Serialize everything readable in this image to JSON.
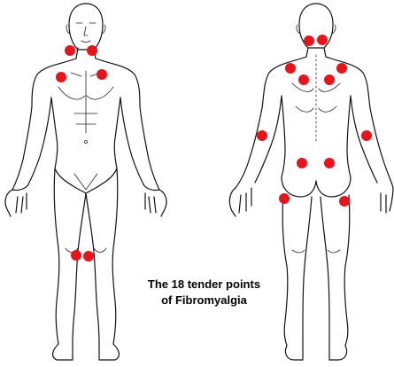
{
  "caption": {
    "line1": "The 18 tender points",
    "line2": "of Fibromyalgia"
  },
  "colors": {
    "tender_point": "#e8141b",
    "outline": "#111111",
    "background": "#ffffff"
  },
  "figures": [
    {
      "view": "front",
      "tender_points": [
        "left-lower-neck",
        "right-lower-neck",
        "left-second-rib",
        "right-second-rib",
        "left-knee",
        "right-knee"
      ]
    },
    {
      "view": "back",
      "tender_points": [
        "left-occiput",
        "right-occiput",
        "left-trapezius",
        "right-trapezius",
        "left-supraspinatus",
        "right-supraspinatus",
        "left-lateral-epicondyle",
        "right-lateral-epicondyle",
        "left-gluteal",
        "right-gluteal",
        "left-greater-trochanter",
        "right-greater-trochanter"
      ]
    }
  ]
}
